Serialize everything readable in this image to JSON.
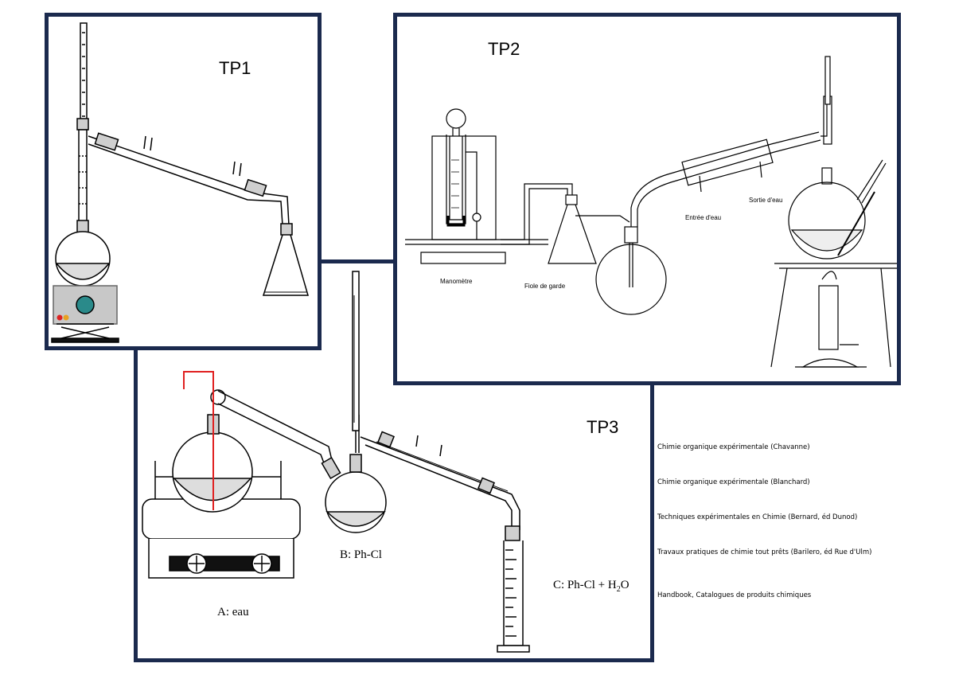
{
  "tp1": {
    "title": "TP1"
  },
  "tp2": {
    "title": "TP2",
    "labels": {
      "manometre": "Manomètre",
      "fiole": "Fiole de garde",
      "entree": "Entrée d'eau",
      "sortie": "Sortie d'eau"
    }
  },
  "tp3": {
    "title": "TP3",
    "label_a": "A: eau",
    "label_b": "B: Ph-Cl",
    "label_c_main": "C: Ph-Cl + H",
    "label_c_sub": "2",
    "label_c_end": "O"
  },
  "references": [
    "Chimie organique expérimentale (Chavanne)",
    "Chimie organique expérimentale (Blanchard)",
    "Techniques expérimentales en Chimie (Bernard,  éd Dunod)",
    "Travaux pratiques de chimie tout prêts (Barilero,  éd Rue d'Ulm)",
    "Handbook, Catalogues de produits chimiques"
  ],
  "colors": {
    "frame": "#1b2a4e",
    "accent_red": "#e02020"
  }
}
